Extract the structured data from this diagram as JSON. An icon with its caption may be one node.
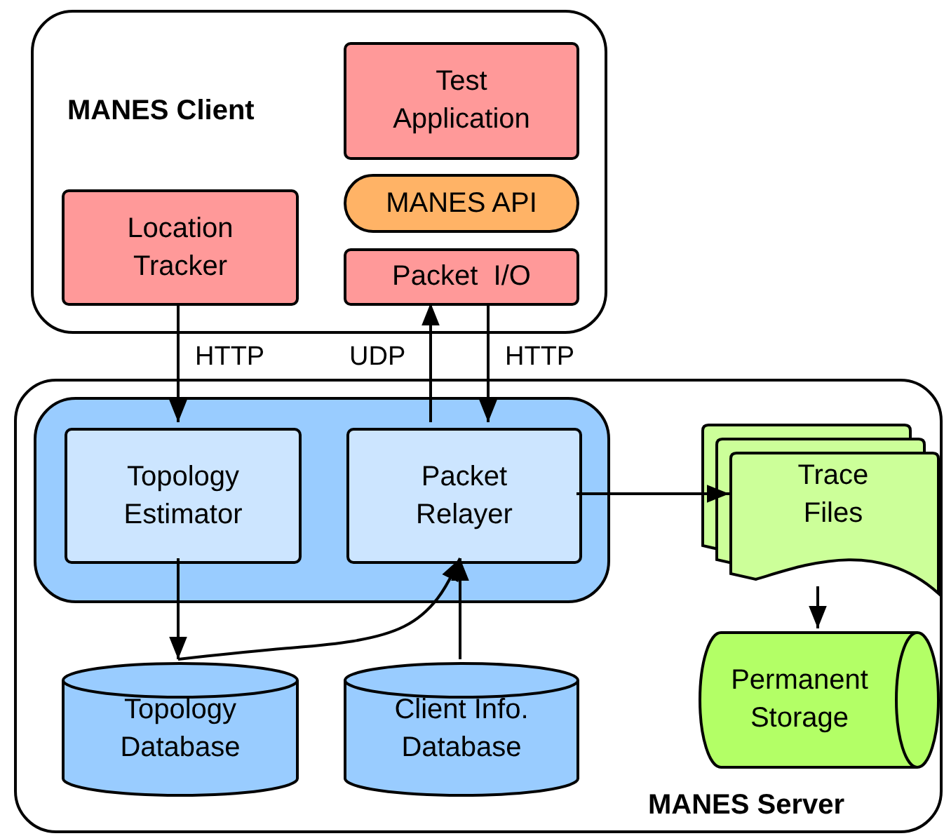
{
  "diagram": {
    "nodes": [
      {
        "text": [
          "MANES Client"
        ]
      },
      {
        "text": [
          "Test Application"
        ],
        "in": 0
      },
      {
        "text": [
          "MANES API"
        ],
        "in": 0
      },
      {
        "text": [
          "Location Tracker"
        ],
        "in": 0
      },
      {
        "text": [
          "Packet  I/O"
        ],
        "in": 0
      },
      {
        "text": [
          "MANES Server"
        ]
      },
      {
        "text": [],
        "shape": "box",
        "in": 5
      },
      {
        "text": [
          "Topology Estimator"
        ],
        "in": 6
      },
      {
        "text": [
          "Packet Relayer"
        ],
        "in": 6
      },
      {
        "text": [
          "Trace Files"
        ],
        "in": 5
      },
      {
        "text": [
          "Topology Database"
        ],
        "in": 5
      },
      {
        "text": [
          "Client Info. Database"
        ],
        "in": 5
      },
      {
        "text": [
          "Permanent Storage"
        ],
        "in": 5
      }
    ],
    "edges": [
      {
        "from": 3,
        "to": 7,
        "arrow": "to",
        "label": "HTTP"
      },
      {
        "from": 8,
        "to": 4,
        "arrow": "to",
        "label": "UDP"
      },
      {
        "from": 4,
        "to": 8,
        "arrow": "to",
        "label": "HTTP"
      },
      {
        "from": 8,
        "to": 9,
        "arrow": "to"
      },
      {
        "from": 7,
        "to": 10,
        "arrow": "to"
      },
      {
        "from": 10,
        "to": 8,
        "arrow": "to"
      },
      {
        "from": 11,
        "to": 8,
        "arrow": "to"
      },
      {
        "from": 9,
        "to": 12,
        "arrow": "to"
      }
    ]
  }
}
